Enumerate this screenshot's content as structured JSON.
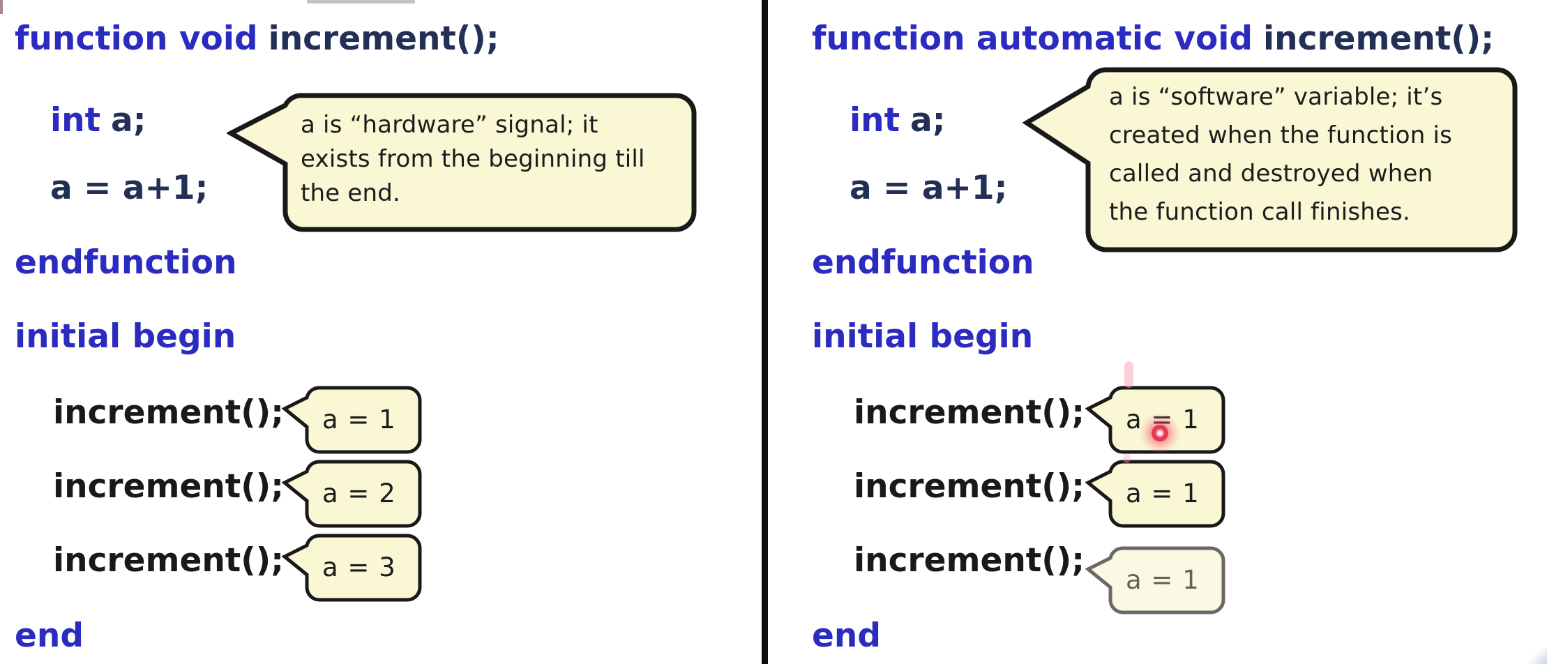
{
  "colors": {
    "background": "#ffffff",
    "keyword_blue": "#2b2bc0",
    "identifier_navy": "#232f55",
    "call_black": "#191919",
    "bubble_fill": "#faf7d5",
    "bubble_border": "#191919",
    "bubble_faded_border": "#6a6a62",
    "bubble_faded_text": "#63635a",
    "laser_red": "#e63950",
    "divider_black": "#0d0d0d"
  },
  "left_panel": {
    "header": {
      "keywords": "function void",
      "name": "increment();"
    },
    "decl": {
      "keyword": "int",
      "rest": "a;"
    },
    "assign": "a = a+1;",
    "endfunction": "endfunction",
    "initial": "initial begin",
    "calls": [
      "increment();",
      "increment();",
      "increment();"
    ],
    "end": "end",
    "note": {
      "lines": [
        "a is “hardware” signal; it",
        "exists from the beginning till",
        "the end."
      ]
    },
    "results": [
      "a = 1",
      "a = 2",
      "a = 3"
    ]
  },
  "right_panel": {
    "header": {
      "keywords": "function automatic void",
      "name": "increment();"
    },
    "decl": {
      "keyword": "int",
      "rest": "a;"
    },
    "assign": "a = a+1;",
    "endfunction": "endfunction",
    "initial": "initial begin",
    "calls": [
      "increment();",
      "increment();",
      "increment();"
    ],
    "end": "end",
    "note": {
      "lines": [
        "a is “software” variable; it’s",
        "created when the function is",
        "called and destroyed when",
        "the function call finishes."
      ]
    },
    "results": [
      "a = 1",
      "a = 1",
      "a = 1"
    ]
  }
}
